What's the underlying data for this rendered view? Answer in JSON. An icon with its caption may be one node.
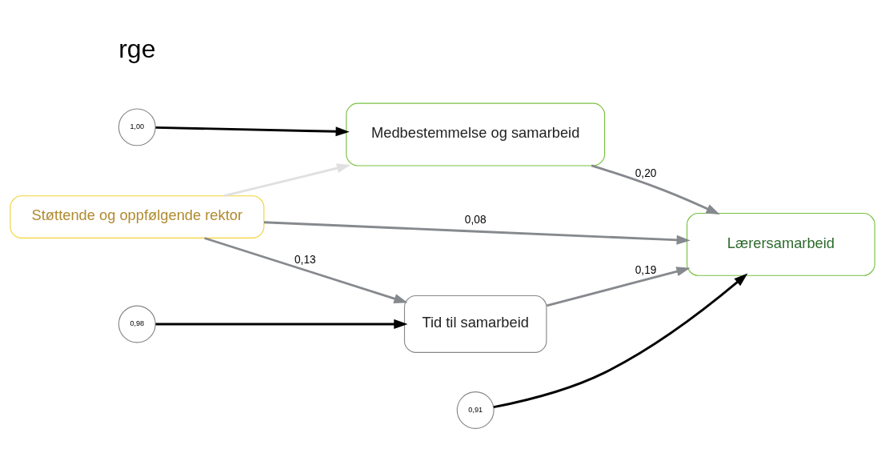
{
  "diagram": {
    "nodes": [
      {
        "text": [
          "Medbestemmelse og samarbeid"
        ]
      },
      {
        "text": [
          "Støttende og oppfølgende rektor"
        ]
      },
      {
        "text": [
          "Lærersamarbeid"
        ]
      },
      {
        "text": [
          "Tid til samarbeid"
        ]
      },
      {
        "text": [
          "1,00"
        ]
      },
      {
        "text": [
          "0,91"
        ]
      },
      {
        "text": [
          "0,98"
        ]
      }
    ],
    "edges": [
      {
        "from": 1,
        "to": 0,
        "arrow": "to",
        "color": "#e0e0e0"
      },
      {
        "from": 1,
        "to": 2,
        "arrow": "to",
        "label": "0,08"
      },
      {
        "from": 1,
        "to": 3,
        "arrow": "to",
        "label": "0,13"
      },
      {
        "from": 0,
        "to": 2,
        "arrow": "to",
        "label": "0,20"
      },
      {
        "from": 3,
        "to": 2,
        "arrow": "to",
        "label": "0,19"
      },
      {
        "from": 4,
        "to": 0,
        "arrow": "to",
        "color": "#000000"
      },
      {
        "from": 5,
        "to": 2,
        "arrow": "to",
        "color": "#000000"
      },
      {
        "from": 6,
        "to": 3,
        "arrow": "to",
        "color": "#000000"
      }
    ],
    "labels": [
      "rge"
    ]
  }
}
